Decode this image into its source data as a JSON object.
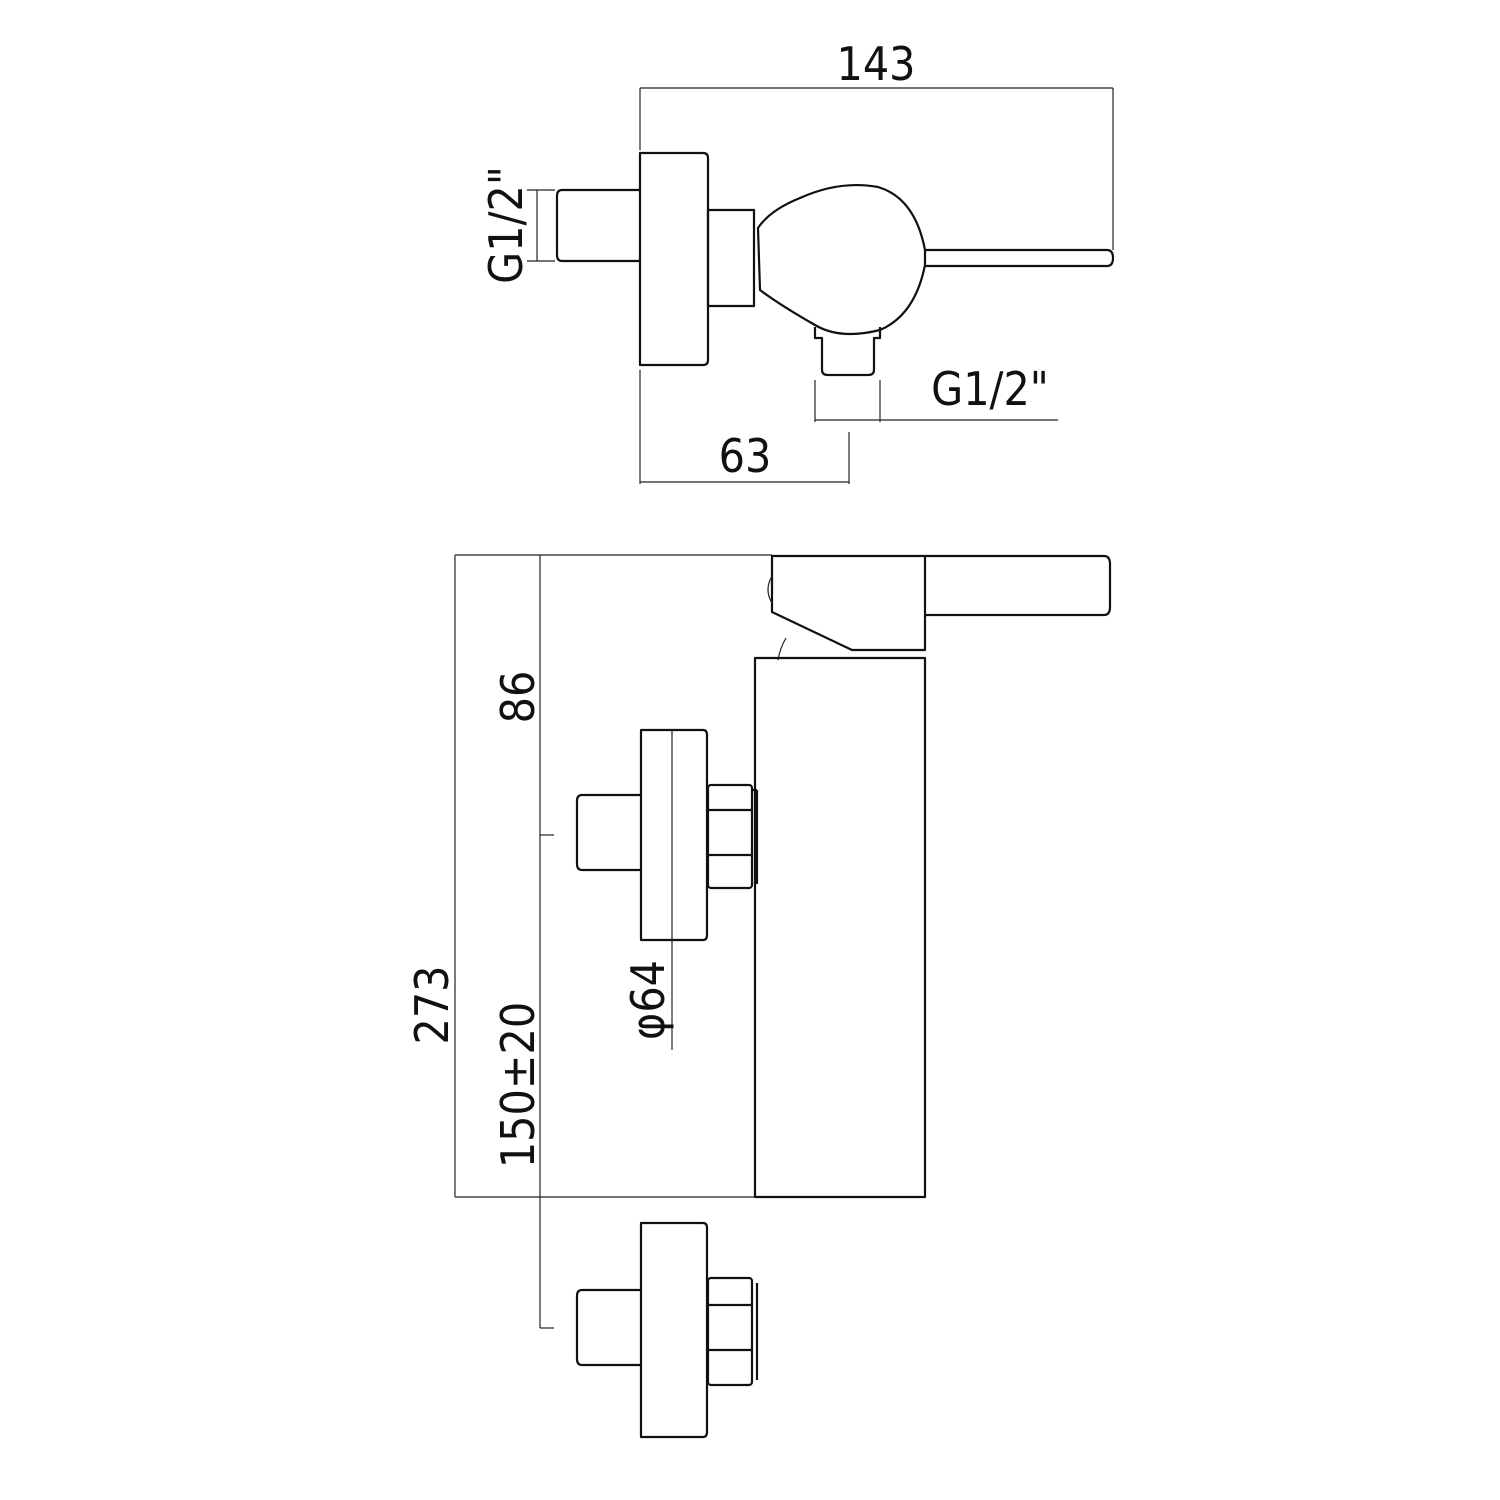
{
  "drawing": {
    "top_view": {
      "overall_width": "143",
      "inlet_thread": "G1/2\"",
      "outlet_thread": "G1/2\"",
      "outlet_offset": "63"
    },
    "side_view": {
      "overall_height": "273",
      "top_to_inlet": "86",
      "inlet_spacing": "150±20",
      "flange_diameter": "φ64"
    }
  }
}
